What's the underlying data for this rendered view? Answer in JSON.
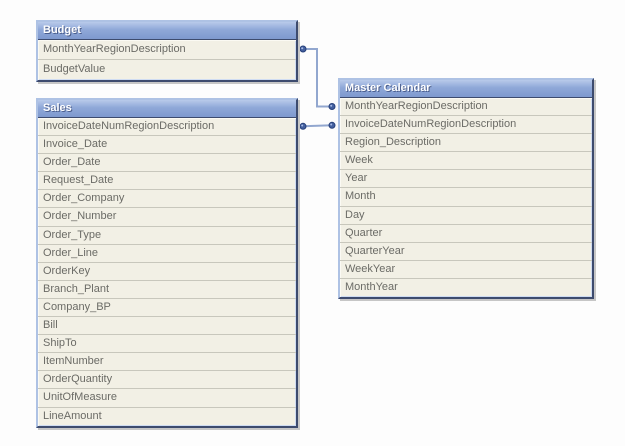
{
  "diagram": {
    "tables": [
      {
        "title": "Budget",
        "fields": [
          "MonthYearRegionDescription",
          "BudgetValue"
        ]
      },
      {
        "title": "Sales",
        "fields": [
          "InvoiceDateNumRegionDescription",
          "Invoice_Date",
          "Order_Date",
          "Request_Date",
          "Order_Company",
          "Order_Number",
          "Order_Type",
          "Order_Line",
          "OrderKey",
          "Branch_Plant",
          "Company_BP",
          "Bill",
          "ShipTo",
          "ItemNumber",
          "OrderQuantity",
          "UnitOfMeasure",
          "LineAmount"
        ]
      },
      {
        "title": "Master Calendar",
        "fields": [
          "MonthYearRegionDescription",
          "InvoiceDateNumRegionDescription",
          "Region_Description",
          "Week",
          "Year",
          "Month",
          "Day",
          "Quarter",
          "QuarterYear",
          "WeekYear",
          "MonthYear"
        ]
      }
    ],
    "connections": [
      {
        "from_table": "Budget",
        "from_field": "MonthYearRegionDescription",
        "to_table": "Master Calendar",
        "to_field": "MonthYearRegionDescription"
      },
      {
        "from_table": "Sales",
        "from_field": "InvoiceDateNumRegionDescription",
        "to_table": "Master Calendar",
        "to_field": "InvoiceDateNumRegionDescription"
      }
    ],
    "colors": {
      "header_gradient_top": "#b9caea",
      "header_gradient_bottom": "#7e99cf",
      "header_text": "#ffffff",
      "body_background": "#f2f0e5",
      "row_text": "#6b6b66",
      "row_separator": "#c8c7bc",
      "border_dark": "#3d4b6e",
      "border_light": "#aec2e4",
      "connector_line": "#92a7cf",
      "connector_dot": "#44609f",
      "canvas_background": "#fdfdfd"
    }
  }
}
